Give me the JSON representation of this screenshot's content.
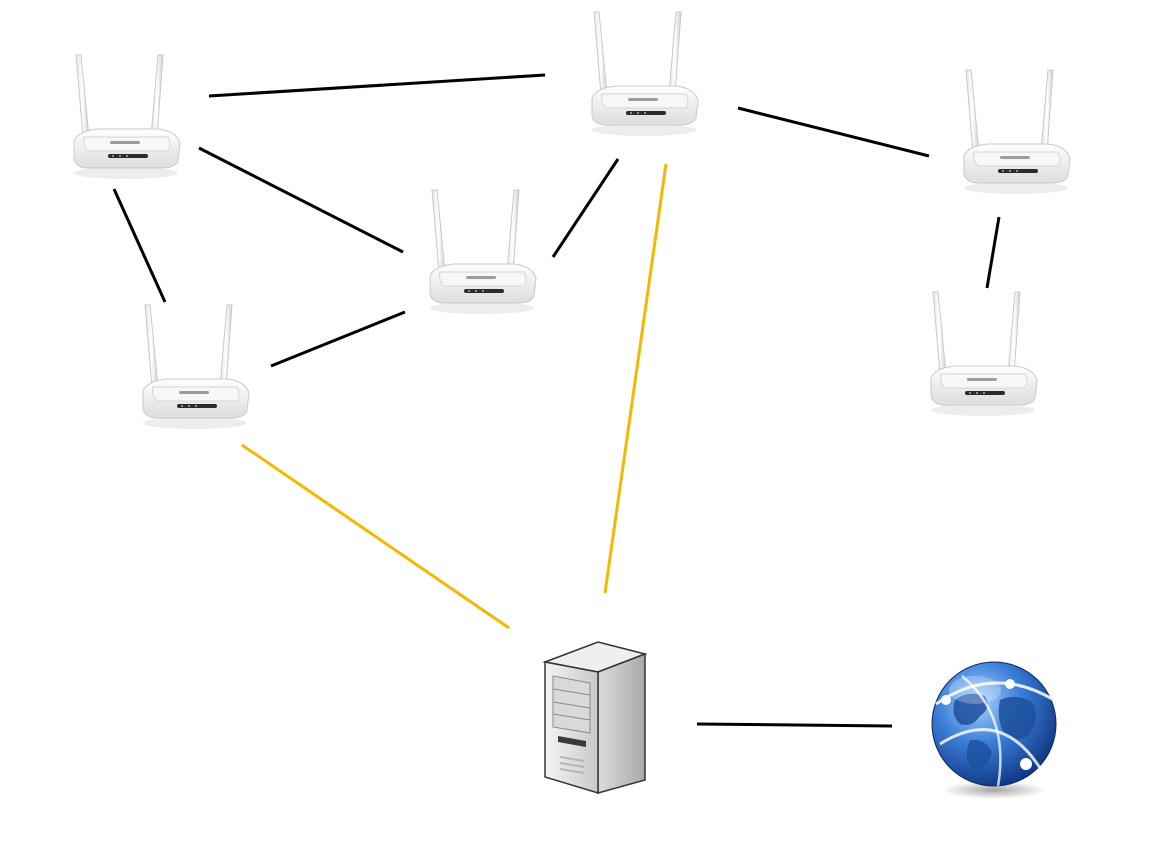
{
  "diagram": {
    "nodes": [
      {
        "id": "router-1",
        "type": "router",
        "icon": "wifi-router-icon"
      },
      {
        "id": "router-2",
        "type": "router",
        "icon": "wifi-router-icon"
      },
      {
        "id": "router-3",
        "type": "router",
        "icon": "wifi-router-icon"
      },
      {
        "id": "router-4",
        "type": "router",
        "icon": "wifi-router-icon"
      },
      {
        "id": "router-5",
        "type": "router",
        "icon": "wifi-router-icon"
      },
      {
        "id": "router-6",
        "type": "router",
        "icon": "wifi-router-icon"
      },
      {
        "id": "server",
        "type": "server",
        "icon": "server-tower-icon"
      },
      {
        "id": "internet",
        "type": "globe",
        "icon": "globe-icon"
      }
    ],
    "links": [
      {
        "from": "router-1",
        "to": "router-2",
        "kind": "mesh"
      },
      {
        "from": "router-1",
        "to": "router-3",
        "kind": "mesh"
      },
      {
        "from": "router-1",
        "to": "router-4",
        "kind": "mesh"
      },
      {
        "from": "router-2",
        "to": "router-3",
        "kind": "mesh"
      },
      {
        "from": "router-2",
        "to": "router-5",
        "kind": "mesh"
      },
      {
        "from": "router-5",
        "to": "router-6",
        "kind": "mesh"
      },
      {
        "from": "router-4",
        "to": "router-3",
        "kind": "mesh"
      },
      {
        "from": "router-4",
        "to": "server",
        "kind": "uplink"
      },
      {
        "from": "router-2",
        "to": "server",
        "kind": "uplink"
      },
      {
        "from": "server",
        "to": "internet",
        "kind": "mesh"
      }
    ],
    "colors": {
      "mesh": "#000000",
      "uplink": "#f5b800",
      "background": "#ffffff"
    }
  }
}
